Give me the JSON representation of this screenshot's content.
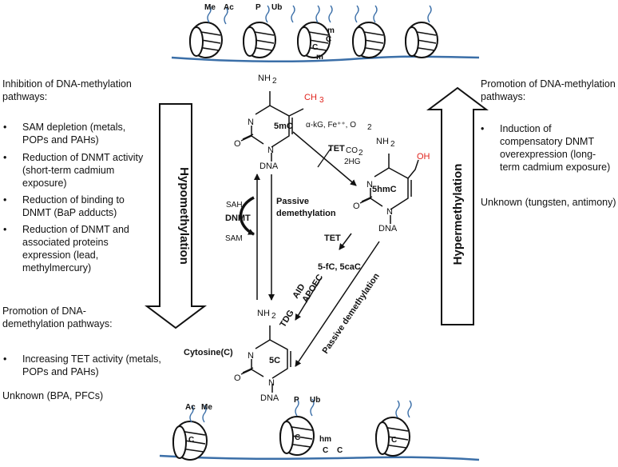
{
  "left_panel": {
    "inhibition_heading": "Inhibition of DNA-methylation pathways:",
    "inhibition_items": [
      "SAM depletion (metals, POPs and PAHs)",
      "Reduction of DNMT activity (short-term cadmium exposure)",
      "Reduction of binding to DNMT (BaP adducts)",
      "Reduction of DNMT and associated proteins expression (lead, methylmercury)"
    ],
    "promotion_heading": "Promotion of DNA-demethylation pathways:",
    "promotion_items": [
      "Increasing TET activity (metals, POPs and PAHs)"
    ],
    "unknown": "Unknown (BPA, PFCs)",
    "arrow_label": "Hypomethylation"
  },
  "right_panel": {
    "promotion_heading": "Promotion of DNA-methylation pathways:",
    "promotion_items": [
      "Induction of compensatory DNMT overexpression (long-term cadmium exposure)"
    ],
    "unknown": "Unknown (tungsten, antimony)",
    "arrow_label": "Hypermethylation"
  },
  "molecules": {
    "m5c": {
      "name": "5mC",
      "amine": "NH",
      "sub": "2",
      "group": "CH",
      "group_sub": "3",
      "carbonyl": "O",
      "n": "N",
      "dna": "DNA"
    },
    "m5hmc": {
      "name": "5hmC",
      "amine": "NH",
      "sub": "2",
      "group": "OH",
      "carbonyl": "O",
      "n": "N",
      "dna": "DNA"
    },
    "m5c_base": {
      "name": "5C",
      "amine": "NH",
      "sub": "2",
      "carbonyl": "O",
      "n": "N",
      "dna": "DNA",
      "label": "Cytosine(C)"
    }
  },
  "reactions": {
    "cofactors": "α-kG, Fe⁺⁺, O",
    "cofactors_sub": "2",
    "tet": "TET",
    "co2": "CO",
    "co2_sub": "2",
    "hg": "2HG",
    "sah": "SAH",
    "sam": "SAM",
    "dnmt": "DNMT",
    "passive_1": "Passive",
    "passive_2": "demethylation",
    "tet2": "TET",
    "intermediates": "5-fC, 5caC",
    "aid": "AID",
    "apoec": "APOEC",
    "tdg": "TDG",
    "passive_diag": "Passive demethylation"
  },
  "nucleosomes": {
    "top_marks": [
      "Me",
      "Ac",
      "P",
      "Ub"
    ],
    "top_letters": [
      "m",
      "C",
      "C",
      "m"
    ],
    "bottom_marks": [
      "Ac",
      "Me",
      "P",
      "Ub"
    ],
    "bottom_letters": [
      "C",
      "C",
      "hm",
      "C",
      "C",
      "C"
    ]
  },
  "colors": {
    "accent_red": "#e0231d",
    "dna_strand": "#3b6fa8",
    "ink": "#111111"
  }
}
